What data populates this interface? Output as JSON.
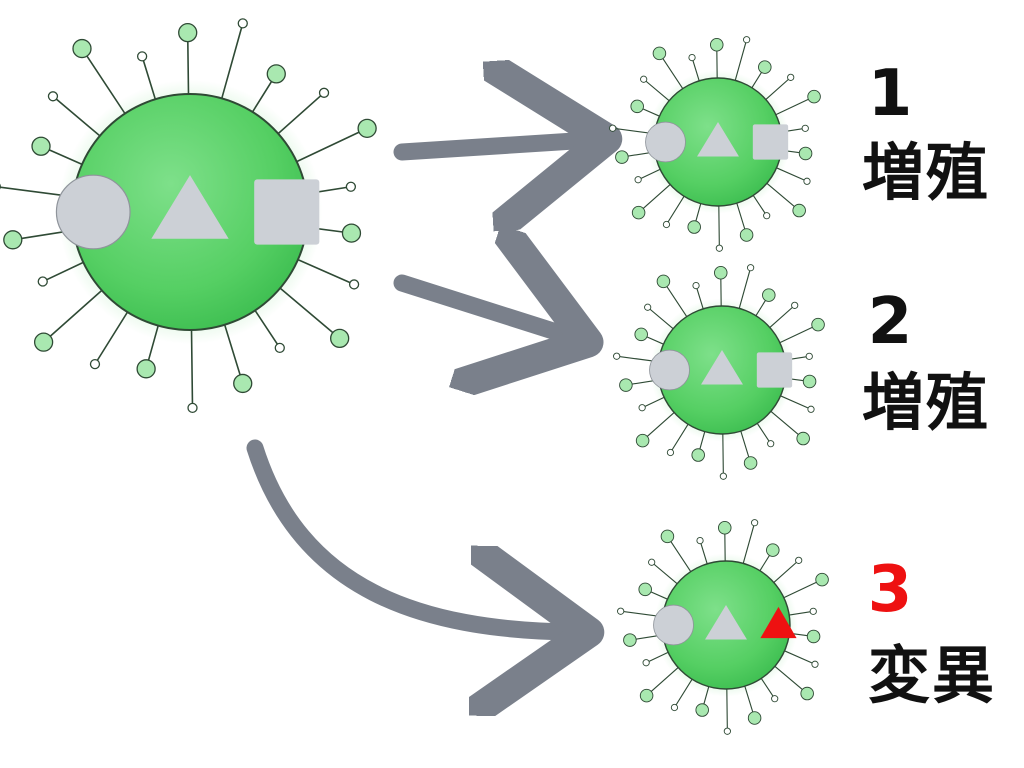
{
  "colors": {
    "virus_body": "#5fd36b",
    "virus_body_dark": "#3fbf52",
    "virus_glow": "#a9e8b0",
    "virus_outline": "#2f4a35",
    "marker_gray": "#ccd0d6",
    "mutation_red": "#ee1111",
    "arrow": "#7a808b",
    "text": "#111111"
  },
  "icons": {
    "parent": "virus-icon",
    "marker_circle": "circle-marker-icon",
    "marker_triangle": "triangle-marker-icon",
    "marker_square": "square-marker-icon",
    "arrow": "arrow-icon"
  },
  "outcomes": [
    {
      "number": "1",
      "label": "増殖",
      "mutated": false
    },
    {
      "number": "2",
      "label": "増殖",
      "mutated": false
    },
    {
      "number": "3",
      "label": "変異",
      "mutated": true
    }
  ]
}
